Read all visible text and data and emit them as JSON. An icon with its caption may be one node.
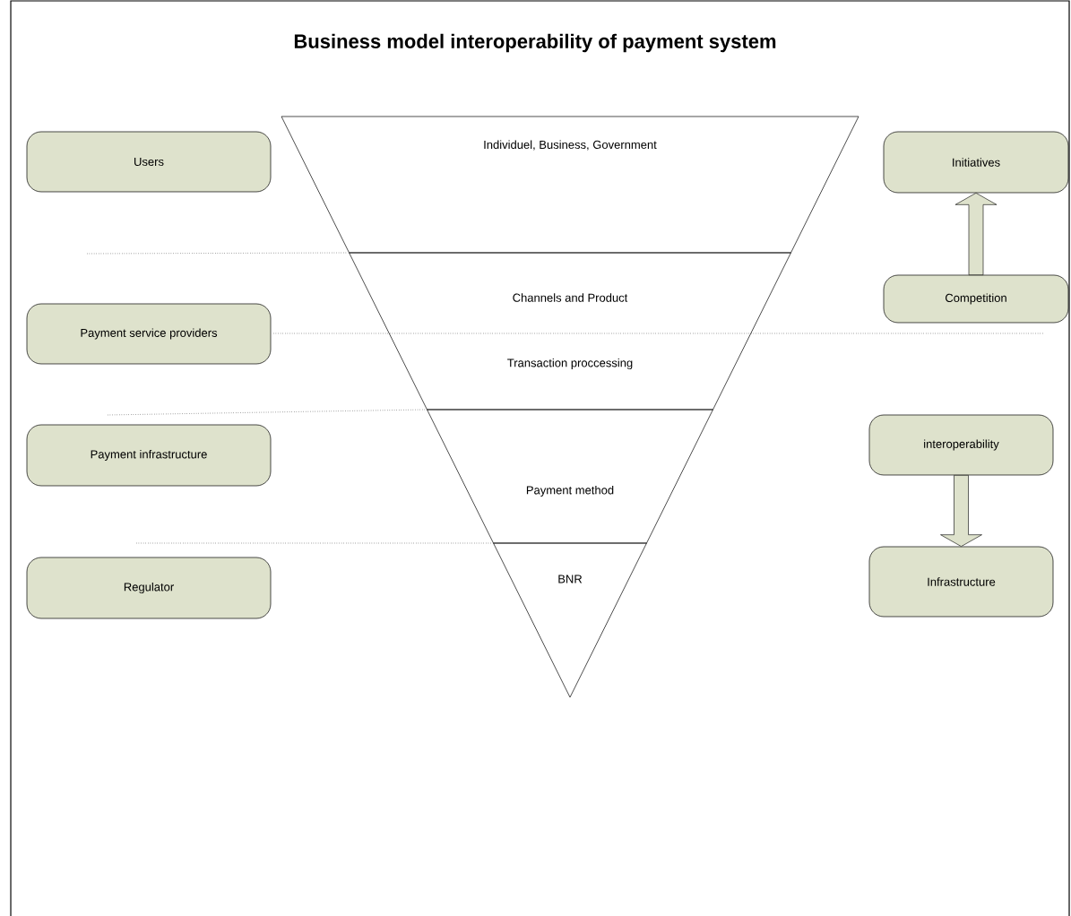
{
  "diagram": {
    "title": "Business model interoperability of payment system",
    "nodes": [
      {
        "text": [
          "Users"
        ]
      },
      {
        "text": [
          "Payment service providers"
        ]
      },
      {
        "text": [
          "Payment infrastructure"
        ]
      },
      {
        "text": [
          "Regulator"
        ]
      },
      {
        "text": [
          "Individuel, Business, Government"
        ]
      },
      {
        "text": [
          "Channels and Product",
          "Transaction proccessing"
        ]
      },
      {
        "text": [
          "Payment method"
        ]
      },
      {
        "text": [
          "BNR"
        ]
      },
      {
        "text": [
          "Initiatives"
        ]
      },
      {
        "text": [
          "Competition"
        ]
      },
      {
        "text": [
          "interoperability"
        ]
      },
      {
        "text": [
          "Infrastructure"
        ]
      }
    ],
    "edges": [
      {
        "from": 9,
        "to": 8,
        "arrow": "to"
      },
      {
        "from": 10,
        "to": 11,
        "arrow": "to"
      }
    ]
  }
}
